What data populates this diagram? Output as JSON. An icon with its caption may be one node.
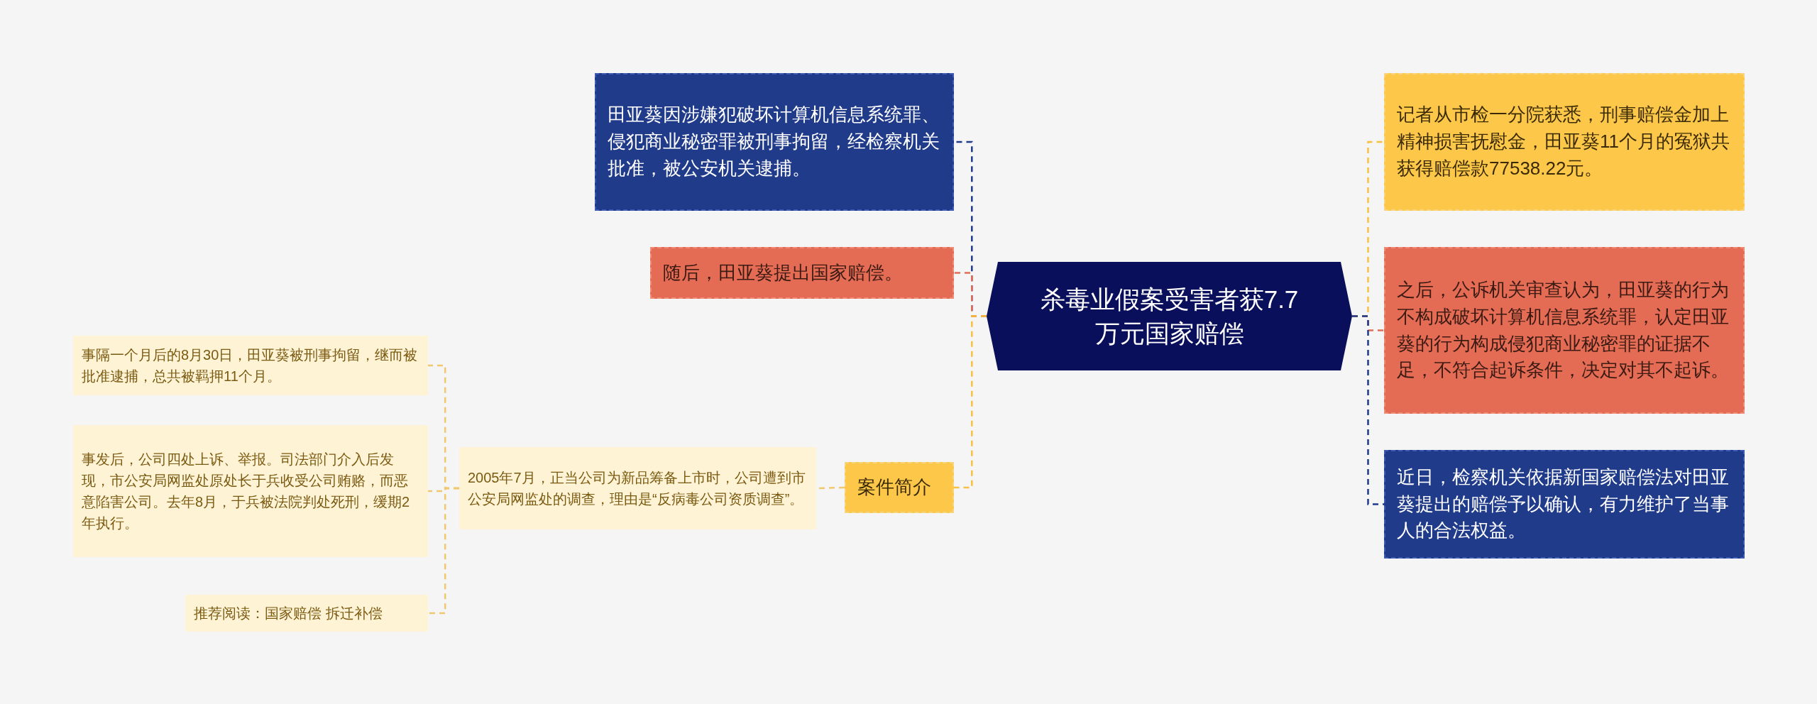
{
  "diagram": {
    "nodes": [
      {
        "text": [
          "杀毒业假案受害者获7.7万元国家赔偿"
        ]
      },
      {
        "text": [
          "田亚葵因涉嫌犯破坏计算机信息系统罪、侵犯商业秘密罪被刑事拘留，经检察机关批准，被公安机关逮捕。"
        ]
      },
      {
        "text": [
          "随后，田亚葵提出国家赔偿。"
        ]
      },
      {
        "text": [
          "案件简介"
        ]
      },
      {
        "text": [
          "2005年7月，正当公司为新品筹备上市时，公司遭到市公安局网监处的调查，理由是“反病毒公司资质调查”。"
        ]
      },
      {
        "text": [
          "事隔一个月后的8月30日，田亚葵被刑事拘留，继而被批准逮捕，总共被羁押11个月。"
        ]
      },
      {
        "text": [
          "事发后，公司四处上诉、举报。司法部门介入后发现，市公安局网监处原处长于兵收受公司贿赂，而恶意陷害公司。去年8月，于兵被法院判处死刑，缓期2年执行。"
        ]
      },
      {
        "text": [
          "推荐阅读：国家赔偿 拆迁补偿"
        ]
      },
      {
        "text": [
          "记者从市检一分院获悉，刑事赔偿金加上精神损害抚慰金，田亚葵11个月的冤狱共获得赔偿款77538.22元。"
        ]
      },
      {
        "text": [
          "之后，公诉机关审查认为，田亚葵的行为不构成破坏计算机信息系统罪，认定田亚葵的行为构成侵犯商业秘密罪的证据不足，不符合起诉条件，决定对其不起诉。"
        ]
      },
      {
        "text": [
          "近日，检察机关依据新国家赔偿法对田亚葵提出的赔偿予以确认，有力维护了当事人的合法权益。"
        ]
      }
    ],
    "edges": [
      {
        "from": 0,
        "to": 1,
        "arrow": "none",
        "style": "dashed",
        "color": "#1f3a8a"
      },
      {
        "from": 0,
        "to": 2,
        "arrow": "none",
        "style": "dashed",
        "color": "#e46c55"
      },
      {
        "from": 0,
        "to": 3,
        "arrow": "none",
        "style": "dashed",
        "color": "#f8c040"
      },
      {
        "from": 3,
        "to": 4,
        "arrow": "none",
        "style": "dashed",
        "color": "#f0c870"
      },
      {
        "from": 4,
        "to": 5,
        "arrow": "none",
        "style": "dashed",
        "color": "#f0c870"
      },
      {
        "from": 4,
        "to": 6,
        "arrow": "none",
        "style": "dashed",
        "color": "#f0c870"
      },
      {
        "from": 4,
        "to": 7,
        "arrow": "none",
        "style": "dashed",
        "color": "#f0c870"
      },
      {
        "from": 0,
        "to": 8,
        "arrow": "none",
        "style": "dashed",
        "color": "#f8c040"
      },
      {
        "from": 0,
        "to": 9,
        "arrow": "none",
        "style": "dashed",
        "color": "#e46c55"
      },
      {
        "from": 0,
        "to": 10,
        "arrow": "none",
        "style": "dashed",
        "color": "#1f3a8a"
      }
    ]
  }
}
